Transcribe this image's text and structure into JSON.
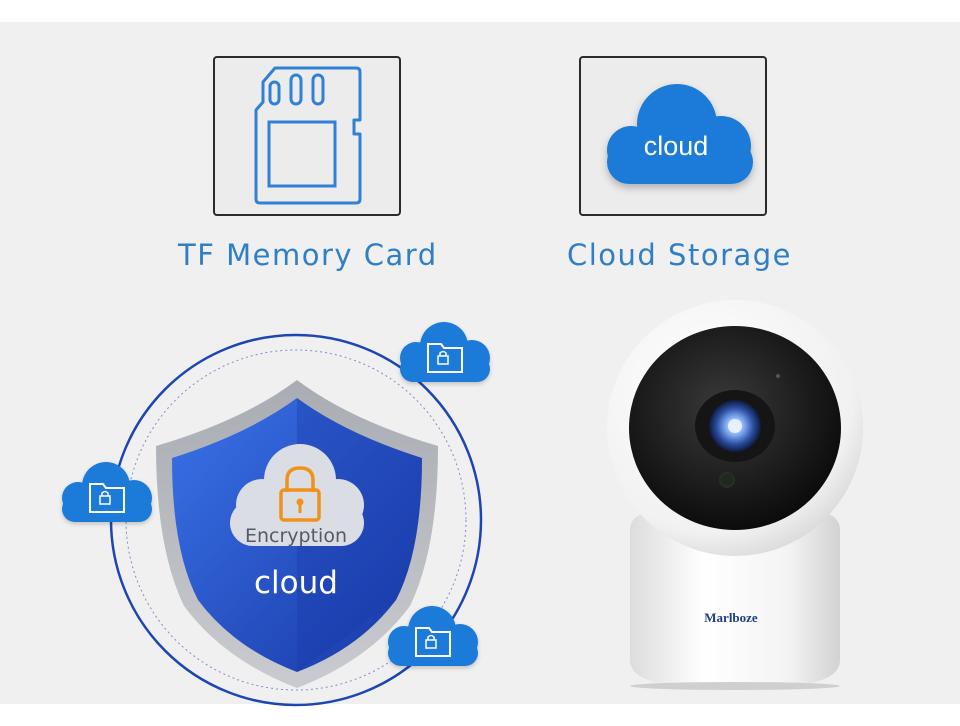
{
  "colors": {
    "accent_blue": "#2f80d6",
    "caption_blue": "#2f7fc6",
    "cloud_blue": "#1f7ad8",
    "shield_blue": "#1e4cc0",
    "lock_orange": "#f0921a",
    "ring_blue": "#1d46b4"
  },
  "features": [
    {
      "caption": "TF Memory Card",
      "icon": "sd-card-icon"
    },
    {
      "caption": "Cloud Storage",
      "icon": "cloud-icon",
      "icon_text": "cloud"
    }
  ],
  "encryption": {
    "label": "Encryption",
    "shield_text": "cloud",
    "icon": "shield-lock-icon",
    "folder_icons": [
      "locked-folder-cloud-icon",
      "locked-folder-cloud-icon",
      "locked-folder-cloud-icon"
    ]
  },
  "camera": {
    "brand": "Marlboze",
    "icon": "pan-tilt-camera-icon"
  }
}
